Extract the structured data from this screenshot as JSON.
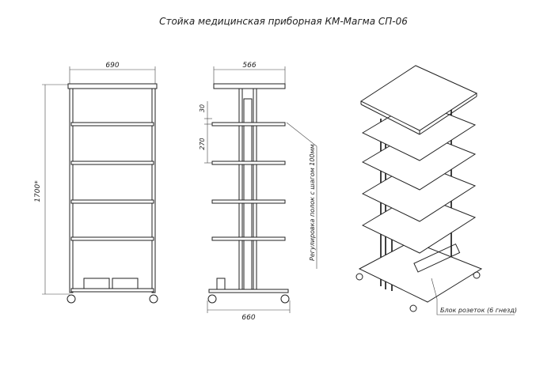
{
  "title": "Стойка медицинская приборная КМ-Магма СП-06",
  "front_view": {
    "width_label": "690",
    "height_label": "1700*"
  },
  "side_view": {
    "top_width_label": "566",
    "base_width_label": "660",
    "gap_label": "30",
    "spacing_label": "270"
  },
  "annotations": {
    "shelf_adjustment": "Регулировка полок с шагом 100мм",
    "socket_block": "Блок розеток (6 гнезд)"
  }
}
